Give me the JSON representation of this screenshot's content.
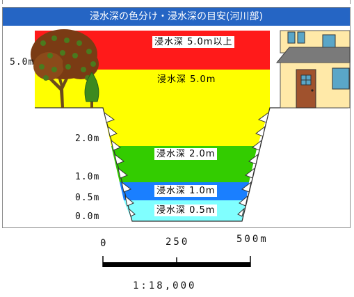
{
  "title": "浸水深の色分け・浸水深の目安(河川部)",
  "depth_bands": [
    {
      "label": "浸水深 5.0m以上",
      "color": "#ff1a1a"
    },
    {
      "label": "浸水深 5.0m",
      "color": "#ffff00"
    },
    {
      "label": "浸水深 2.0m",
      "color": "#33cc00"
    },
    {
      "label": "浸水深 1.0m",
      "color": "#1a7fff"
    },
    {
      "label": "浸水深 0.5m",
      "color": "#80ffff"
    }
  ],
  "axis_labels": {
    "l5": "5.0m",
    "l2": "2.0m",
    "l1": "1.0m",
    "l05": "0.5m",
    "l0": "0.0m"
  },
  "scale_bar": {
    "tick0": "0",
    "tick250": "250",
    "tick500": "500m",
    "ratio": "1:18,000"
  },
  "icons": [
    "tree-icon",
    "conifer-icon",
    "house-icon"
  ]
}
